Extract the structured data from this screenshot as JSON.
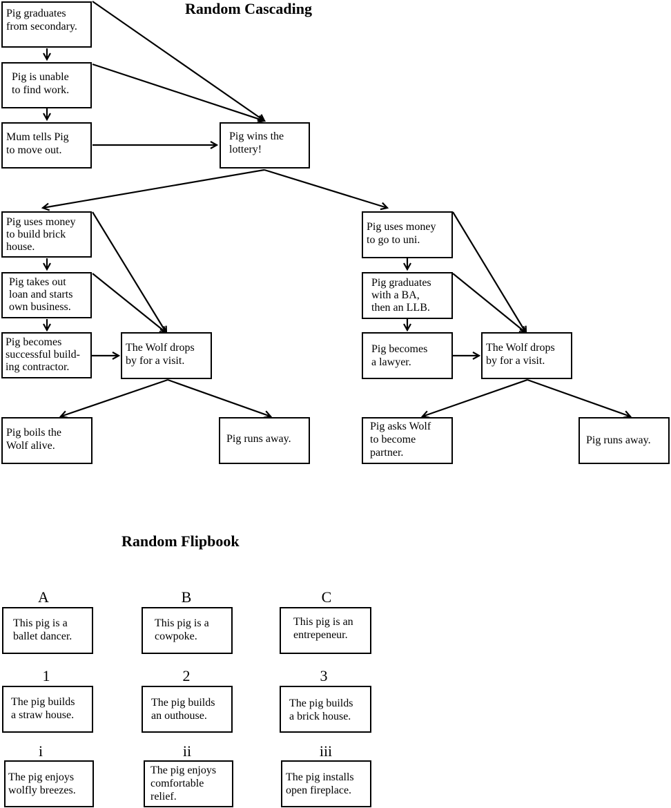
{
  "cascade": {
    "title": "Random Cascading",
    "nodes": {
      "graduates_secondary": "Pig graduates\nfrom secondary.",
      "unable_work": "Pig is unable\nto find work.",
      "mum_tells": "Mum tells Pig\nto move out.",
      "wins_lottery": "Pig wins the\nlottery!",
      "build_brick": "Pig uses money\nto build brick\nhouse.",
      "loan_business": "Pig takes out\nloan and starts\nown business.",
      "successful_contractor": "Pig becomes\nsuccessful build-\ning contractor.",
      "wolf_visit_left": "The Wolf drops\nby for a visit.",
      "boils_wolf": "Pig boils the\nWolf alive.",
      "runs_away_left": "Pig runs away.",
      "go_to_uni": "Pig uses money\nto go to uni.",
      "graduates_ba": "Pig graduates\nwith a BA,\nthen an LLB.",
      "becomes_lawyer": "Pig becomes\na lawyer.",
      "wolf_visit_right": "The Wolf drops\nby for a visit.",
      "asks_wolf_partner": "Pig asks Wolf\nto become\npartner.",
      "runs_away_right": "Pig runs away."
    }
  },
  "flipbook": {
    "title": "Random Flipbook",
    "rows": [
      {
        "labels": [
          "A",
          "B",
          "C"
        ],
        "texts": [
          "This pig is a\nballet dancer.",
          "This pig is a\ncowpoke.",
          "This pig is an\nentrepeneur."
        ]
      },
      {
        "labels": [
          "1",
          "2",
          "3"
        ],
        "texts": [
          "The pig builds\na straw house.",
          "The pig builds\nan outhouse.",
          "The pig builds\na brick house."
        ]
      },
      {
        "labels": [
          "i",
          "ii",
          "iii"
        ],
        "texts": [
          "The pig enjoys\nwolfly breezes.",
          "The pig enjoys\ncomfortable\nrelief.",
          "The pig installs\nopen fireplace."
        ]
      }
    ]
  }
}
